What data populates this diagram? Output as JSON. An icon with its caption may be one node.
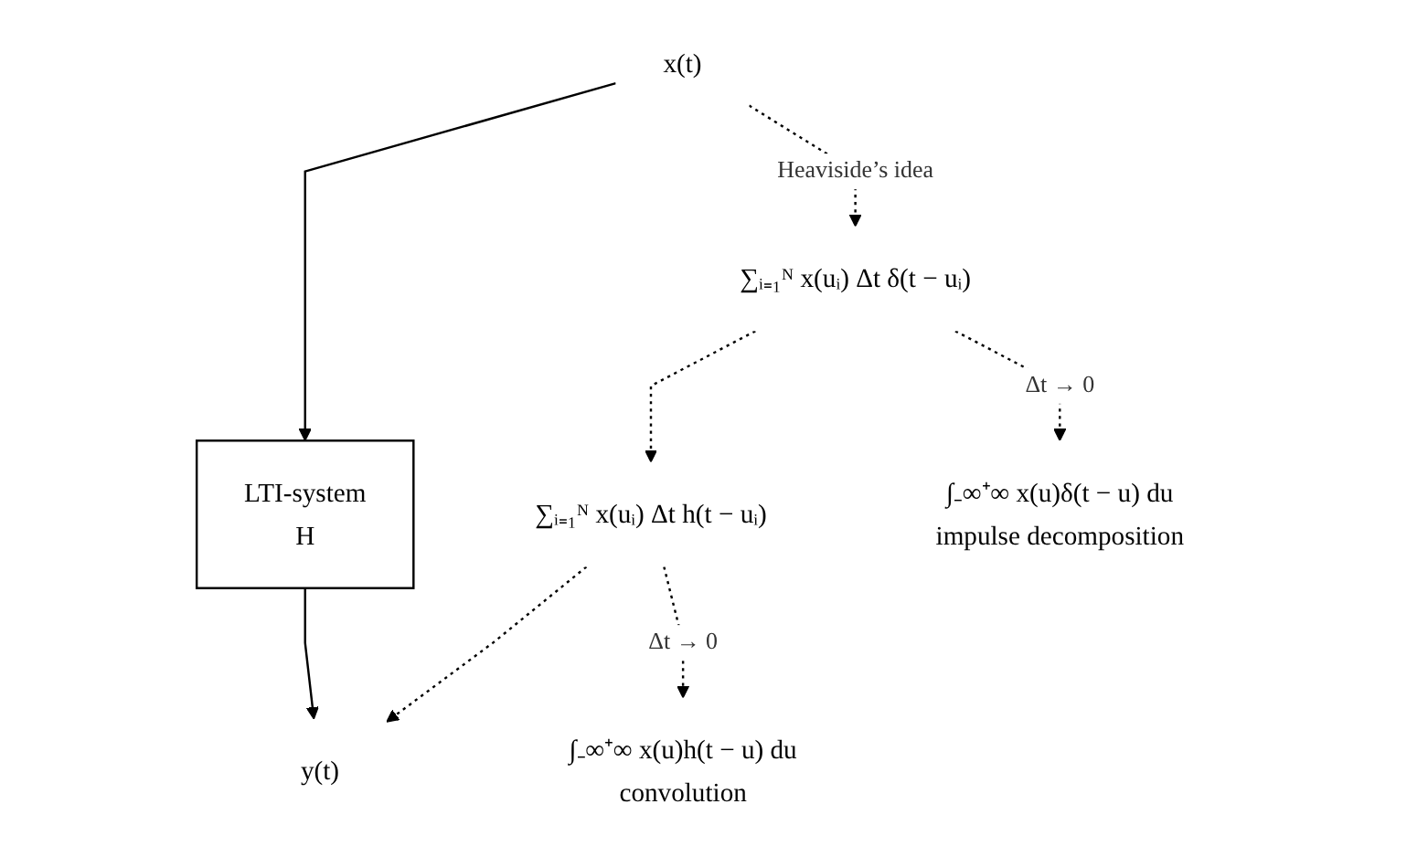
{
  "diagram": {
    "nodes": [
      {
        "text": [
          "x(t)"
        ]
      },
      {
        "text": [
          "LTI-system",
          "H"
        ]
      },
      {
        "text": [
          "y(t)"
        ]
      },
      {
        "text": [
          "∑ᵢ₌₁ᴺ x(uᵢ) Δt δ(t − uᵢ)"
        ]
      },
      {
        "text": [
          "∑ᵢ₌₁ᴺ x(uᵢ) Δt h(t − uᵢ)"
        ]
      },
      {
        "text": [
          "∫₋∞⁺∞ x(u)δ(t − u) du",
          "impulse decomposition"
        ]
      },
      {
        "text": [
          "∫₋∞⁺∞ x(u)h(t − u) du",
          "convolution"
        ]
      }
    ],
    "edges": [
      {
        "from": 0,
        "to": 1,
        "arrow": "to"
      },
      {
        "from": 1,
        "to": 2,
        "arrow": "to"
      },
      {
        "from": 0,
        "to": 3,
        "arrow": "to",
        "label": "Heaviside’s idea",
        "style": "dashed"
      },
      {
        "from": 3,
        "to": 4,
        "arrow": "to",
        "style": "dashed"
      },
      {
        "from": 4,
        "to": 2,
        "arrow": "to",
        "style": "dashed"
      },
      {
        "from": 3,
        "to": 5,
        "arrow": "to",
        "label": "Δt → 0",
        "style": "dashed"
      },
      {
        "from": 4,
        "to": 6,
        "arrow": "to",
        "label": "Δt → 0",
        "style": "dashed"
      }
    ]
  }
}
